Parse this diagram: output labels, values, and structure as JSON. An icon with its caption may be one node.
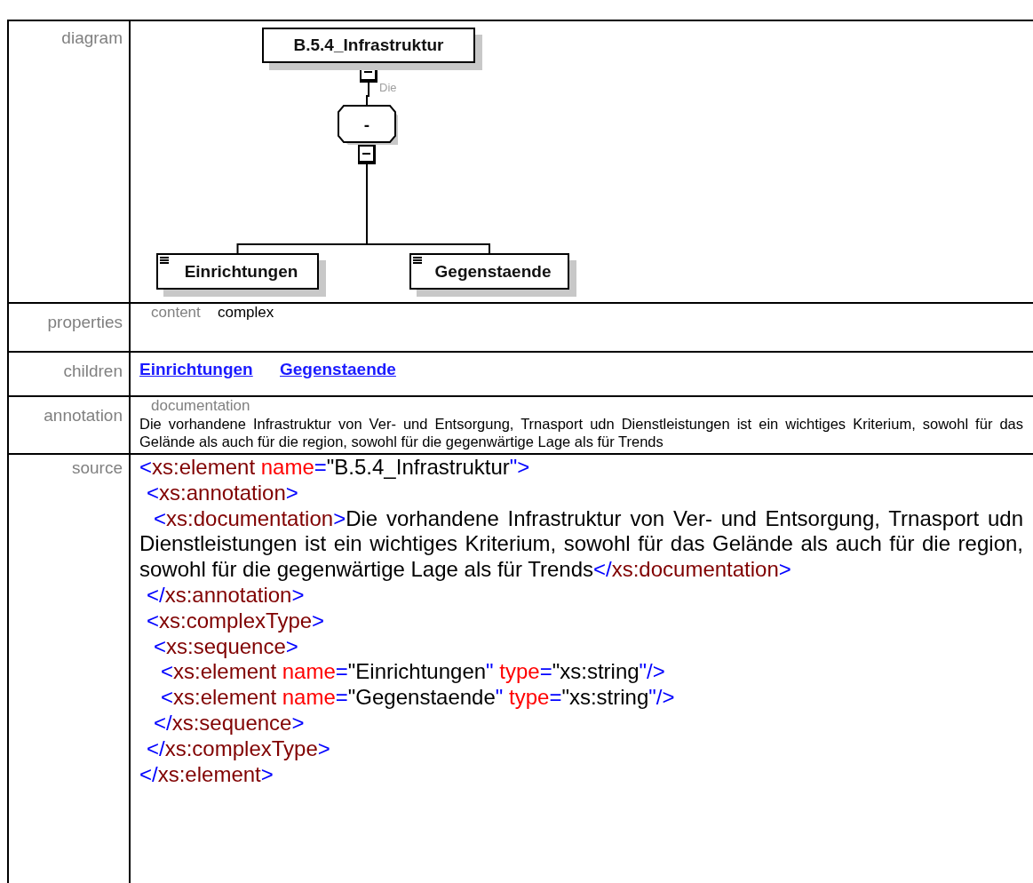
{
  "diagram": {
    "nodes": [
      {
        "text": [
          "B.5.4_Infrastruktur"
        ],
        "beside": [
          "Die"
        ]
      },
      {
        "text": [
          "-"
        ]
      },
      {
        "text": [
          "Einrichtungen"
        ]
      },
      {
        "text": [
          "Gegenstaende"
        ]
      }
    ],
    "edges": [
      {
        "from": 0,
        "to": 1,
        "arrow": "none"
      },
      {
        "from": 1,
        "to": 2,
        "arrow": "none"
      },
      {
        "from": 1,
        "to": 3,
        "arrow": "none"
      }
    ],
    "labels": [
      "diagram",
      "properties",
      "content",
      "complex",
      "children",
      "Einrichtungen",
      "Gegenstaende",
      "annotation",
      "documentation",
      "Die vorhandene Infrastruktur von Ver- und Entsorgung, Trnasport udn Dienstleistungen ist ein wichtiges Kriterium, sowohl für das Gelände als auch für die region, sowohl für die gegenwärtige Lage als für Trends",
      "source",
      "<xs:element name=\"B.5.4_Infrastruktur\">",
      "<xs:annotation>",
      "<xs:documentation>Die vorhandene Infrastruktur von Ver- und Entsorgung, Trnasport udn Dienstleistungen ist ein wichtiges Kriterium, sowohl für das Gelände als auch für die region, sowohl für die gegenwärtige Lage als für Trends</xs:documentation>",
      "</xs:annotation>",
      "<xs:complexType>",
      "<xs:sequence>",
      "<xs:element name=\"Einrichtungen\" type=\"xs:string\"/>",
      "<xs:element name=\"Gegenstaende\" type=\"xs:string\"/>",
      "</xs:sequence>",
      "</xs:complexType>",
      "</xs:element>"
    ]
  }
}
